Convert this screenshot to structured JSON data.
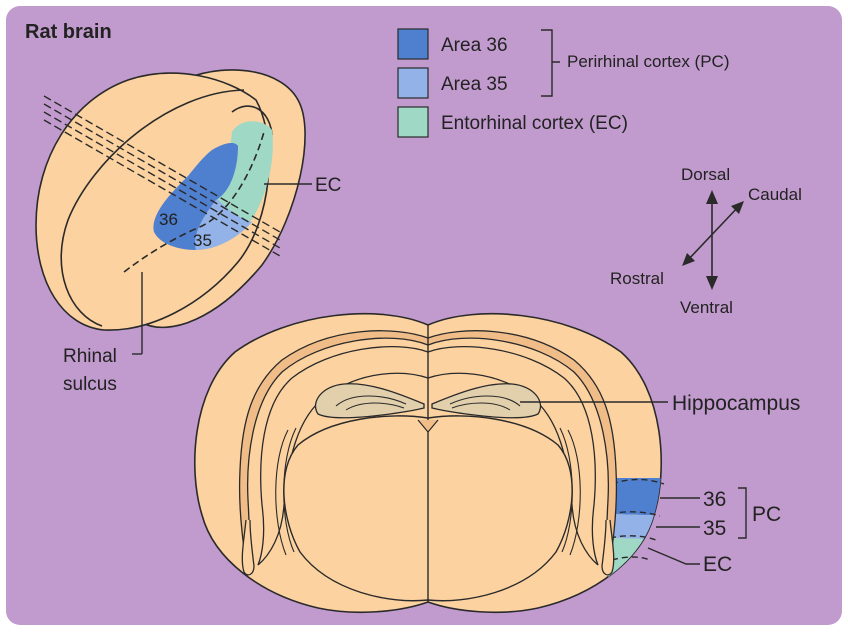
{
  "title": "Rat brain",
  "legend": {
    "items": [
      {
        "label": "Area 36",
        "color": "#4f7fcf"
      },
      {
        "label": "Area 35",
        "color": "#93b3e8"
      },
      {
        "label": "Entorhinal cortex (EC)",
        "color": "#9fd9c5"
      }
    ],
    "group_label": "Perirhinal cortex (PC)"
  },
  "orientation": {
    "dorsal": "Dorsal",
    "ventral": "Ventral",
    "rostral": "Rostral",
    "caudal": "Caudal"
  },
  "brain_3d": {
    "ec_label": "EC",
    "area36_label": "36",
    "area35_label": "35",
    "sulcus_line1": "Rhinal",
    "sulcus_line2": "sulcus"
  },
  "section": {
    "hippocampus_label": "Hippocampus",
    "area36_label": "36",
    "area35_label": "35",
    "ec_label": "EC",
    "pc_label": "PC"
  },
  "colors": {
    "background": "#c19bcd",
    "tissue": "#fcd2a0",
    "tissue_dark": "#f0bd88",
    "hippocampus": "#e2cfac",
    "area36": "#4f7fcf",
    "area35": "#93b3e8",
    "ec": "#9fd9c5",
    "outline": "#2a2a2a"
  }
}
